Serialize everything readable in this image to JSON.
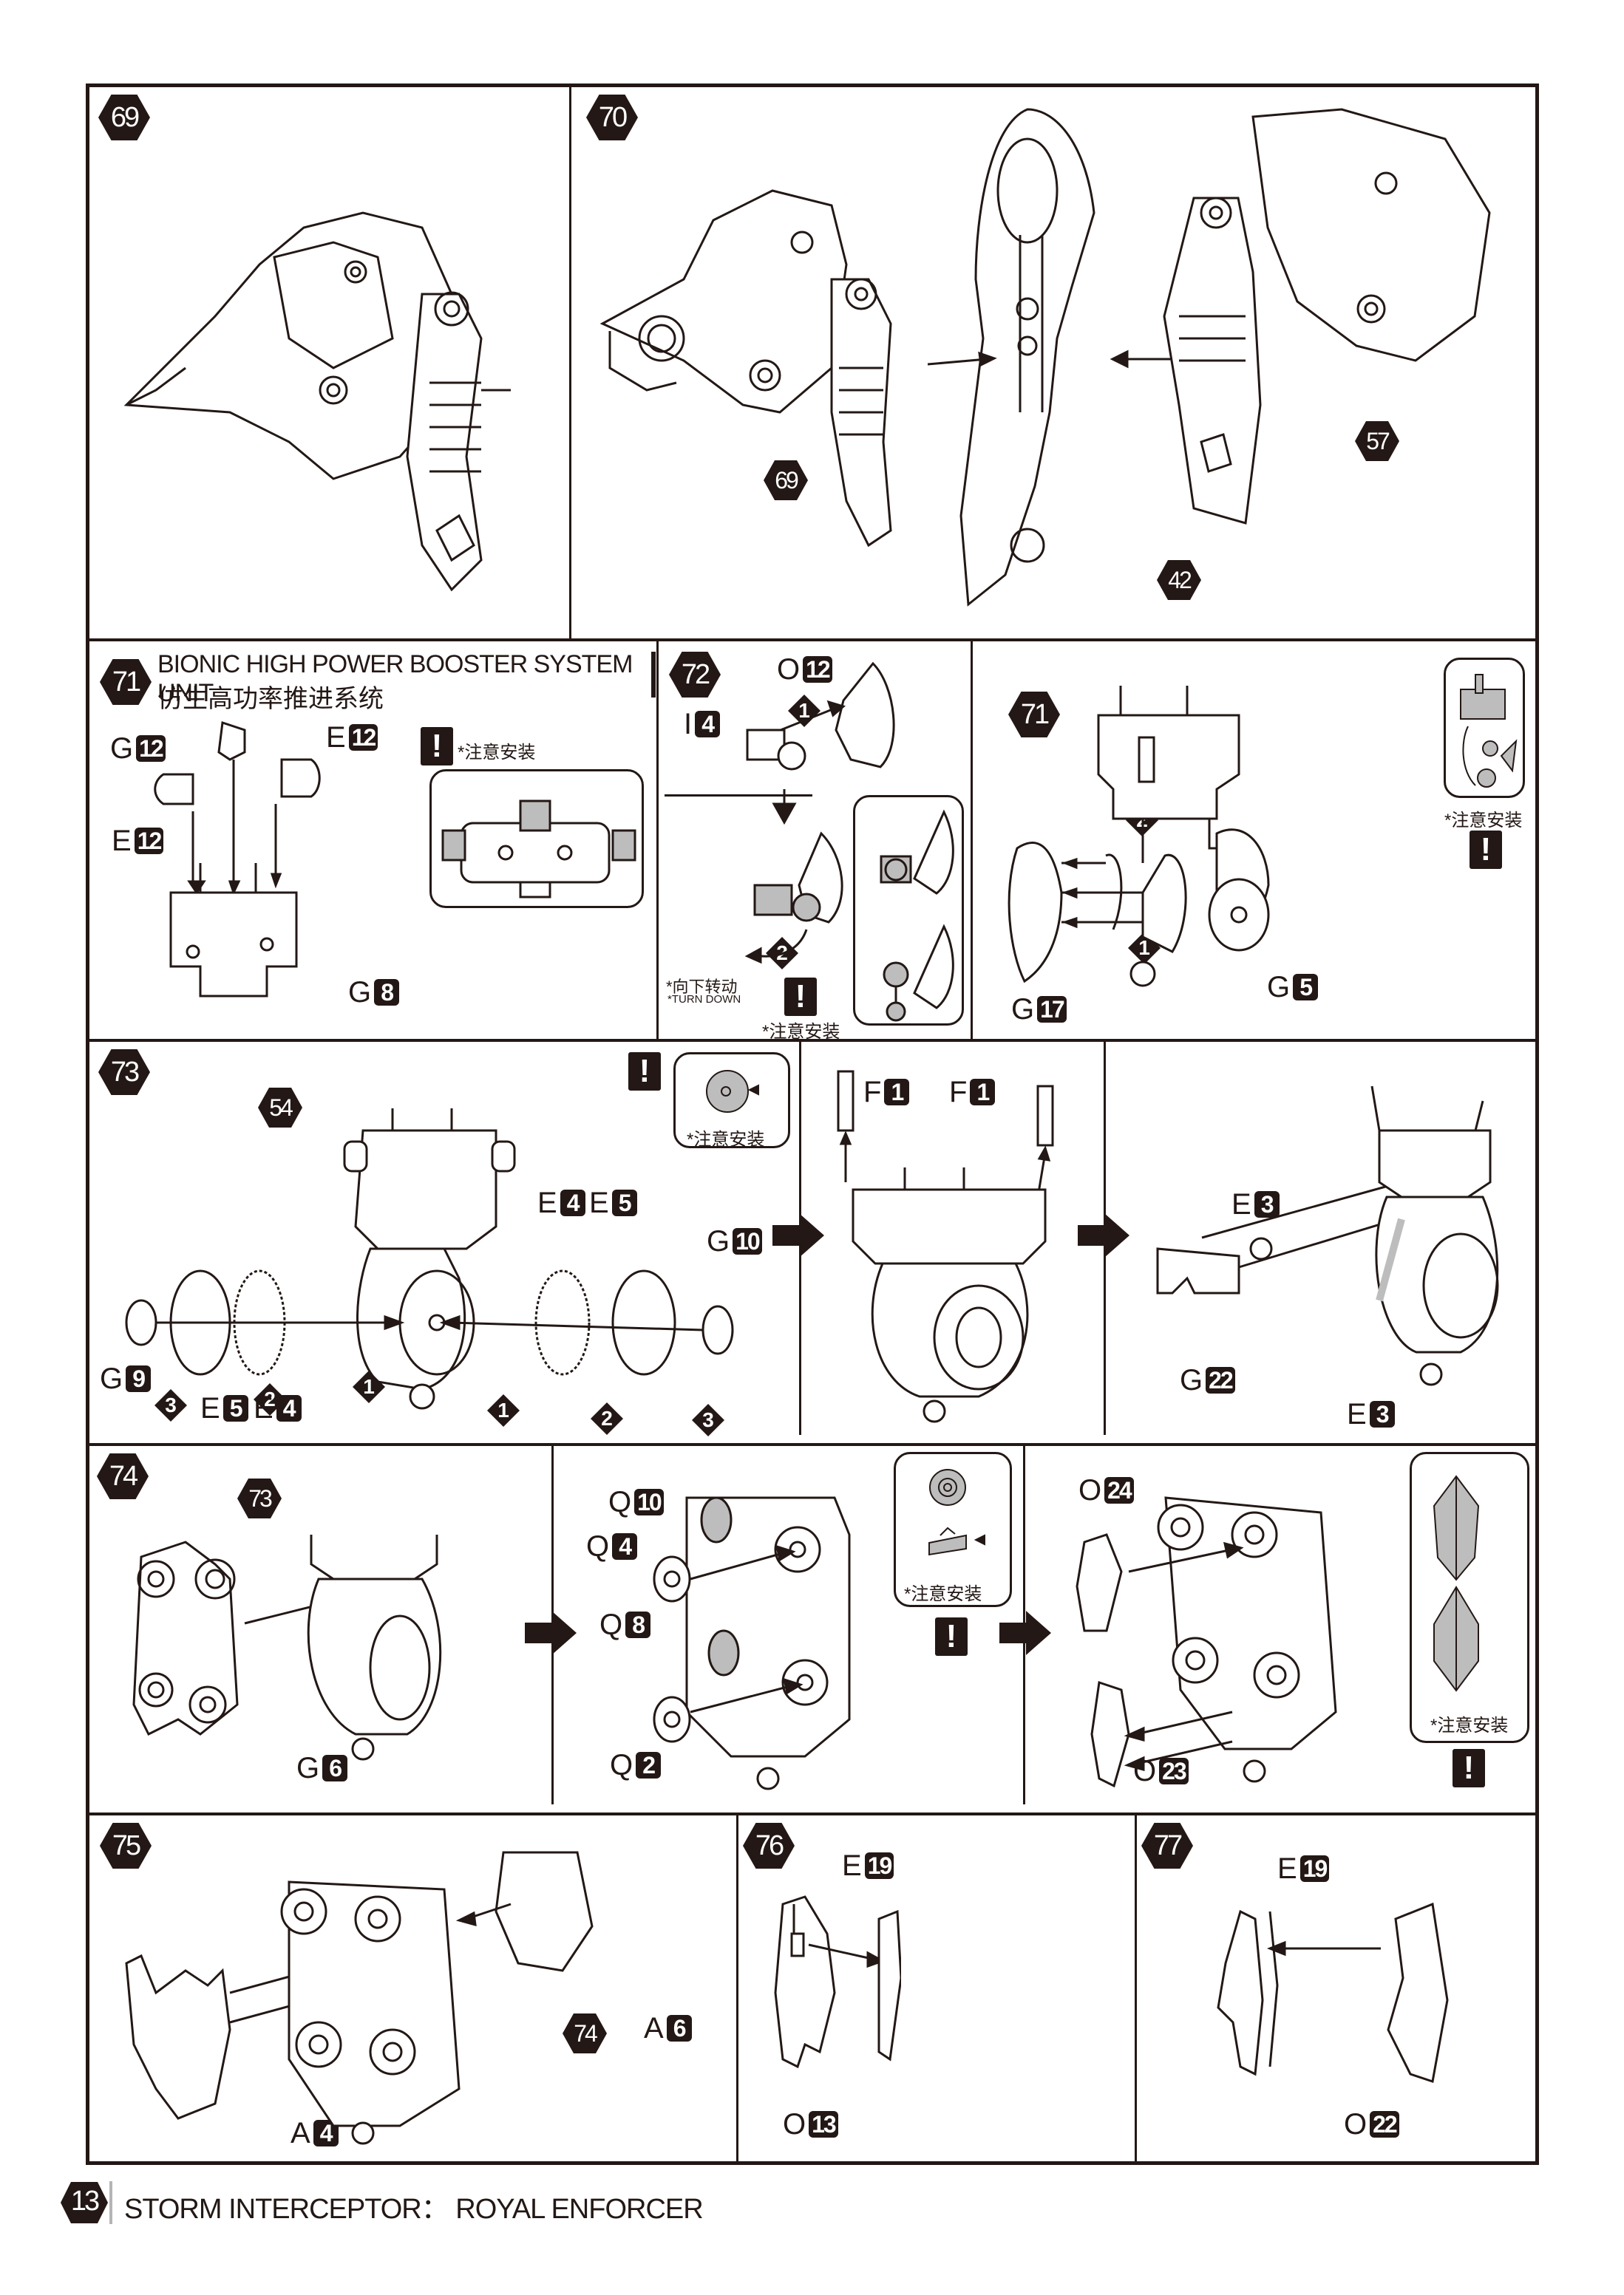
{
  "page": {
    "number": "13",
    "title": "STORM INTERCEPTOR： ROYAL ENFORCER"
  },
  "colors": {
    "ink": "#231815",
    "highlight_gray": "#bdbdbd",
    "footer_bar": "#b5b5b5"
  },
  "common": {
    "caution_note": "*注意安装",
    "caution_icon": "!"
  },
  "steps": {
    "s69": {
      "number": "69"
    },
    "s70": {
      "number": "70",
      "refs": [
        "69",
        "42",
        "57"
      ]
    },
    "s71": {
      "number": "71",
      "title_en": "BIONIC HIGH POWER BOOSTER SYSTEM UNIT",
      "title_cn": "仿生高功率推进系统",
      "parts": [
        {
          "letter": "G",
          "num": "12"
        },
        {
          "letter": "E",
          "num": "12"
        },
        {
          "letter": "E",
          "num": "12"
        },
        {
          "letter": "G",
          "num": "8"
        }
      ]
    },
    "s72": {
      "number": "72",
      "parts": [
        {
          "letter": "O",
          "num": "12"
        },
        {
          "letter": "I",
          "num": "4"
        }
      ],
      "order": [
        "1",
        "2"
      ],
      "turn_cn": "*向下转动",
      "turn_en": "*TURN DOWN"
    },
    "s71b": {
      "ref": "71",
      "order": [
        "2",
        "1"
      ],
      "parts": [
        {
          "letter": "G",
          "num": "17"
        },
        {
          "letter": "G",
          "num": "5"
        }
      ]
    },
    "s73": {
      "number": "73",
      "ref": "54",
      "parts_left": [
        {
          "letter": "G",
          "num": "9"
        },
        {
          "letter": "E",
          "num": "5"
        },
        {
          "letter": "E",
          "num": "4"
        }
      ],
      "parts_right": [
        {
          "letter": "E",
          "num": "4"
        },
        {
          "letter": "E",
          "num": "5"
        },
        {
          "letter": "G",
          "num": "10"
        }
      ],
      "order_left": [
        "3",
        "2",
        "1"
      ],
      "order_right": [
        "1",
        "2",
        "3"
      ],
      "sub2_parts": [
        {
          "letter": "F",
          "num": "1"
        },
        {
          "letter": "F",
          "num": "1"
        }
      ],
      "sub3_parts": [
        {
          "letter": "E",
          "num": "3"
        },
        {
          "letter": "G",
          "num": "22"
        },
        {
          "letter": "E",
          "num": "3"
        }
      ]
    },
    "s74": {
      "number": "74",
      "ref": "73",
      "parts_a": [
        {
          "letter": "G",
          "num": "6"
        }
      ],
      "parts_b": [
        {
          "letter": "Q",
          "num": "10"
        },
        {
          "letter": "Q",
          "num": "4"
        },
        {
          "letter": "Q",
          "num": "8"
        },
        {
          "letter": "Q",
          "num": "2"
        }
      ],
      "parts_c": [
        {
          "letter": "O",
          "num": "24"
        },
        {
          "letter": "O",
          "num": "23"
        }
      ]
    },
    "s75": {
      "number": "75",
      "ref": "74",
      "parts": [
        {
          "letter": "A",
          "num": "6"
        },
        {
          "letter": "A",
          "num": "4"
        }
      ]
    },
    "s76": {
      "number": "76",
      "parts": [
        {
          "letter": "E",
          "num": "19"
        },
        {
          "letter": "O",
          "num": "13"
        }
      ]
    },
    "s77": {
      "number": "77",
      "parts": [
        {
          "letter": "E",
          "num": "19"
        },
        {
          "letter": "O",
          "num": "22"
        }
      ]
    }
  }
}
